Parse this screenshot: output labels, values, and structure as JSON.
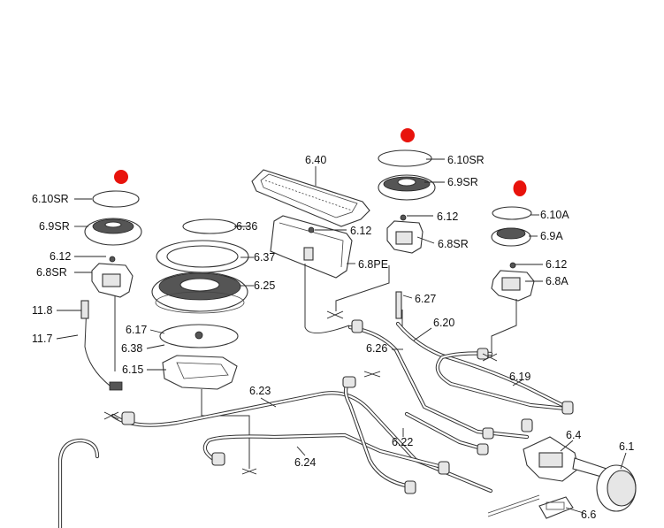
{
  "diagram": {
    "marker_color": "#e8130c",
    "labels": {
      "l_6_40": "6.40",
      "l_6_10sr_mid": "6.10SR",
      "l_6_9sr_mid": "6.9SR",
      "l_6_12_mid": "6.12",
      "l_6_8sr_mid": "6.8SR",
      "l_6_10sr_left": "6.10SR",
      "l_6_9sr_left": "6.9SR",
      "l_6_12_left": "6.12",
      "l_6_8sr_left": "6.8SR",
      "l_6_36": "6.36",
      "l_6_37": "6.37",
      "l_6_25": "6.25",
      "l_6_12_fish": "6.12",
      "l_6_8pe": "6.8PE",
      "l_6_10a": "6.10A",
      "l_6_9a": "6.9A",
      "l_6_12_right": "6.12",
      "l_6_8a": "6.8A",
      "l_6_27": "6.27",
      "l_6_20": "6.20",
      "l_6_26": "6.26",
      "l_6_19": "6.19",
      "l_11_8": "11.8",
      "l_11_7": "11.7",
      "l_6_17": "6.17",
      "l_6_38": "6.38",
      "l_6_15": "6.15",
      "l_6_23": "6.23",
      "l_6_22": "6.22",
      "l_6_24": "6.24",
      "l_6_4": "6.4",
      "l_6_1": "6.1",
      "l_6_6": "6.6"
    }
  }
}
